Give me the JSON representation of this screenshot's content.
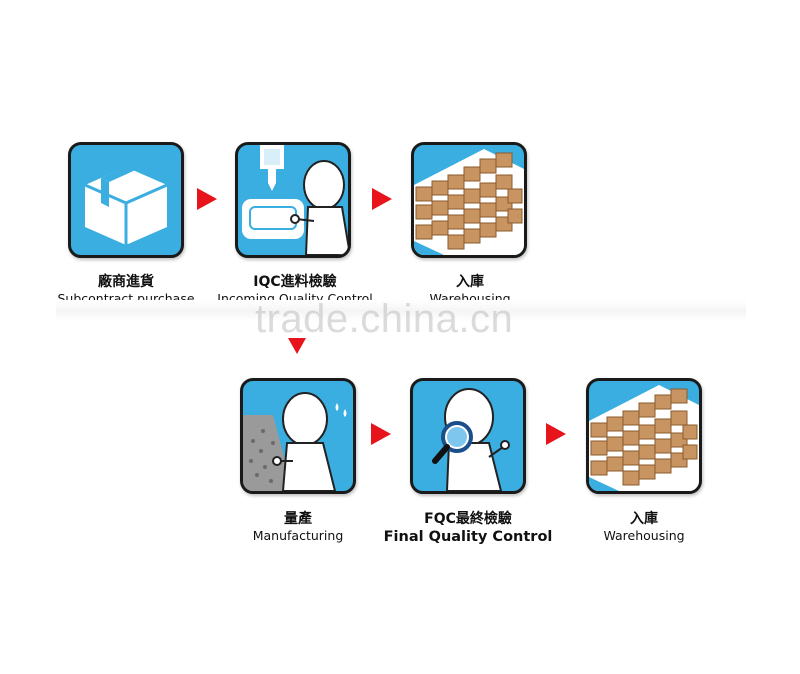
{
  "steps": [
    {
      "zh": "廠商進貨",
      "en": "Subcontract purchase",
      "icon": "box-icon"
    },
    {
      "zh": "IQC進料檢驗",
      "en": "Incoming Quality Control",
      "icon": "inspector-icon"
    },
    {
      "zh": "入庫",
      "en": "Warehousing",
      "icon": "warehouse-icon"
    },
    {
      "zh": "量產",
      "en": "Manufacturing",
      "icon": "manufacturing-icon"
    },
    {
      "zh": "FQC最終檢驗",
      "en": "Final Quality Control",
      "icon": "magnifier-icon"
    },
    {
      "zh": "入庫",
      "en": "Warehousing",
      "icon": "warehouse-icon"
    }
  ],
  "watermark": "trade.china.cn",
  "colors": {
    "tile_bg": "#3aaee0",
    "tile_border": "#1a1a1a",
    "arrow": "#e8141c",
    "box_tan": "#c89562",
    "box_dark": "#a8733f"
  }
}
